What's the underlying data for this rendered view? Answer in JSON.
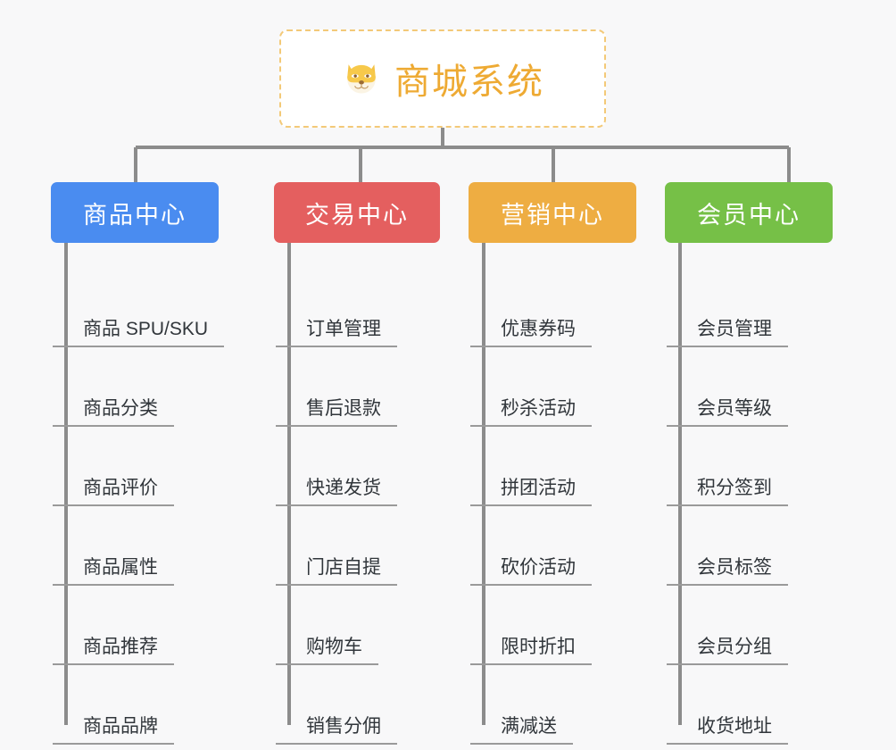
{
  "diagram": {
    "type": "mindmap",
    "background_color": "#f8f8f9",
    "connector_color": "#8c8c8c"
  },
  "root": {
    "title": "商城系统",
    "icon": "shiba-dog-face-icon",
    "text_color": "#eeaa33",
    "border_color": "#f3c978",
    "background_color": "#ffffff"
  },
  "branches": [
    {
      "id": "product-center",
      "label": "商品中心",
      "color": "#4a8cf0",
      "leaves": [
        {
          "label": "商品 SPU/SKU"
        },
        {
          "label": "商品分类"
        },
        {
          "label": "商品评价"
        },
        {
          "label": "商品属性"
        },
        {
          "label": "商品推荐"
        },
        {
          "label": "商品品牌"
        }
      ]
    },
    {
      "id": "trade-center",
      "label": "交易中心",
      "color": "#e45f5f",
      "leaves": [
        {
          "label": "订单管理"
        },
        {
          "label": "售后退款"
        },
        {
          "label": "快递发货"
        },
        {
          "label": "门店自提"
        },
        {
          "label": "购物车"
        },
        {
          "label": "销售分佣"
        }
      ]
    },
    {
      "id": "marketing-center",
      "label": "营销中心",
      "color": "#eead42",
      "leaves": [
        {
          "label": "优惠券码"
        },
        {
          "label": "秒杀活动"
        },
        {
          "label": "拼团活动"
        },
        {
          "label": "砍价活动"
        },
        {
          "label": "限时折扣"
        },
        {
          "label": "满减送"
        }
      ]
    },
    {
      "id": "member-center",
      "label": "会员中心",
      "color": "#76c047",
      "leaves": [
        {
          "label": "会员管理"
        },
        {
          "label": "会员等级"
        },
        {
          "label": "积分签到"
        },
        {
          "label": "会员标签"
        },
        {
          "label": "会员分组"
        },
        {
          "label": "收货地址"
        }
      ]
    }
  ]
}
